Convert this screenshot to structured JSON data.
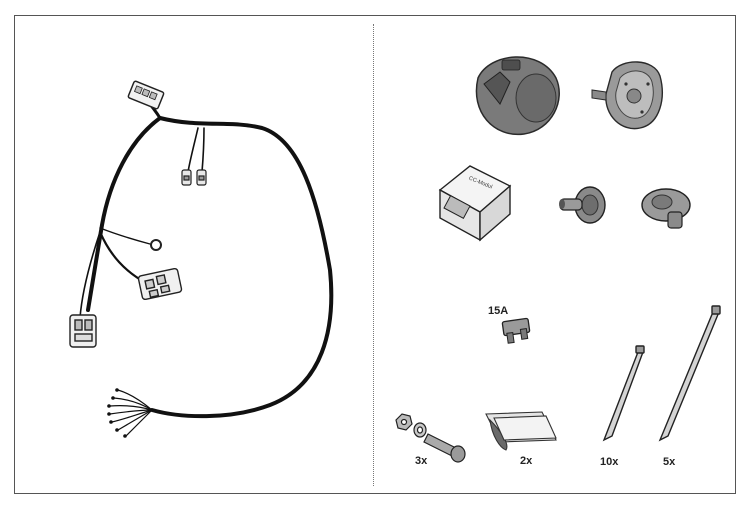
{
  "parts": {
    "cc_module_text": "CC-Modul",
    "fuse_label": "15A",
    "bolt_set_qty": "3x",
    "adhesive_pad_qty": "2x",
    "short_ties_qty": "10x",
    "long_ties_qty": "5x"
  },
  "colors": {
    "harness": "#111111",
    "socket_body": "#6e6e6e",
    "plastic_grey": "#8a8a8a",
    "outline": "#2a2a2a",
    "frame": "#555555"
  }
}
